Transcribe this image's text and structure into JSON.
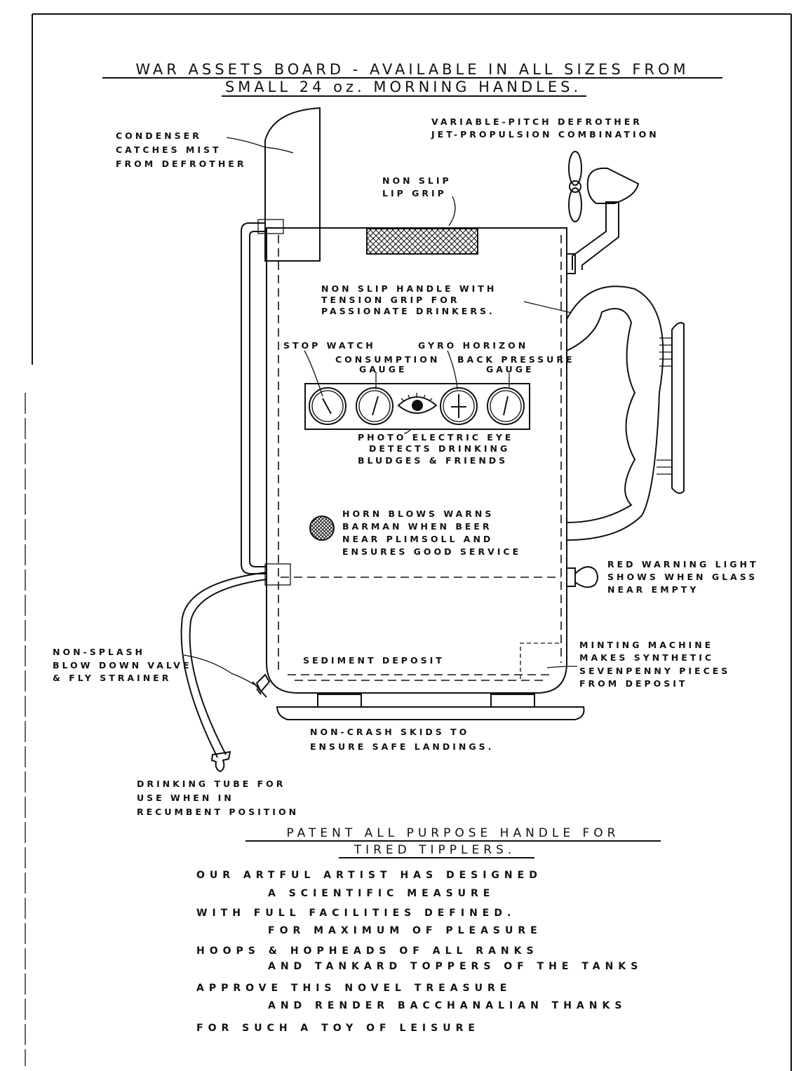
{
  "title": {
    "line1": "WAR ASSETS BOARD - AVAILABLE IN ALL SIZES FROM",
    "line2": "SMALL 24 oz. MORNING HANDLES."
  },
  "labels": {
    "condenser": [
      "CONDENSER",
      "CATCHES MIST",
      "FROM DEFROTHER"
    ],
    "defrother": [
      "VARIABLE-PITCH DEFROTHER",
      "JET-PROPULSION COMBINATION"
    ],
    "lip_grip": [
      "NON SLIP",
      "LIP GRIP"
    ],
    "handle": [
      "NON SLIP HANDLE WITH",
      "TENSION GRIP FOR",
      "PASSIONATE DRINKERS."
    ],
    "stop_watch": "STOP WATCH",
    "gyro_horizon": "GYRO HORIZON",
    "consumption_gauge": [
      "CONSUMPTION",
      "GAUGE"
    ],
    "back_pressure_gauge": [
      "BACK PRESSURE",
      "GAUGE"
    ],
    "photo_eye": [
      "PHOTO ELECTRIC EYE",
      "DETECTS DRINKING",
      "BLUDGES & FRIENDS"
    ],
    "horn": [
      "HORN BLOWS WARNS",
      "BARMAN WHEN BEER",
      "NEAR PLIMSOLL AND",
      "ENSURES GOOD SERVICE"
    ],
    "warning_light": [
      "RED WARNING LIGHT",
      "SHOWS WHEN GLASS",
      "NEAR EMPTY"
    ],
    "minting": [
      "MINTING MACHINE",
      "MAKES SYNTHETIC",
      "SEVENPENNY PIECES",
      "FROM DEPOSIT"
    ],
    "sediment": "SEDIMENT DEPOSIT",
    "valve": [
      "NON-SPLASH",
      "BLOW DOWN VALVE",
      "& FLY STRAINER"
    ],
    "skids": [
      "NON-CRASH SKIDS TO",
      "ENSURE SAFE LANDINGS."
    ],
    "tube": [
      "DRINKING TUBE FOR",
      "USE WHEN IN",
      "RECUMBENT POSITION"
    ]
  },
  "patent": {
    "line1": "PATENT ALL PURPOSE HANDLE FOR",
    "line2": "TIRED TIPPLERS."
  },
  "poem": [
    "OUR ARTFUL ARTIST HAS DESIGNED",
    "A SCIENTIFIC MEASURE",
    "WITH FULL FACILITIES DEFINED.",
    "FOR MAXIMUM OF PLEASURE",
    "HOOPS & HOPHEADS OF ALL RANKS",
    "AND TANKARD TOPPERS OF THE TANKS",
    "APPROVE THIS NOVEL TREASURE",
    "AND RENDER BACCHANALIAN THANKS",
    "FOR SUCH A TOY OF LEISURE"
  ]
}
